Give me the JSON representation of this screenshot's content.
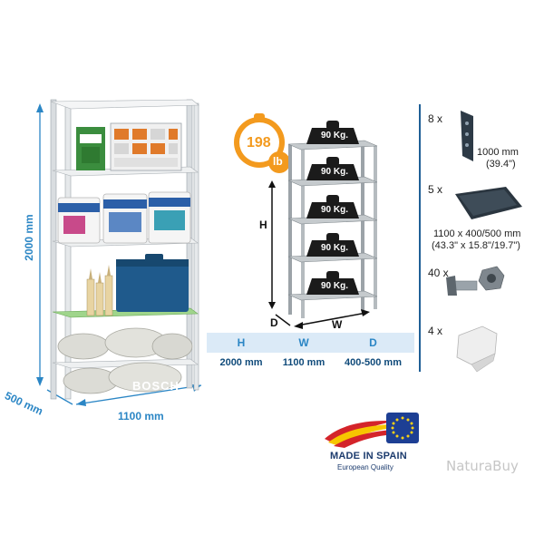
{
  "product_panel": {
    "height_label": "2000 mm",
    "depth_label": "500 mm",
    "width_label": "1100 mm",
    "toolbox_brand": "BOSCH"
  },
  "spec_panel": {
    "load_badge_value": "198",
    "load_badge_unit": "lb",
    "shelf_loads": [
      "90 Kg.",
      "90 Kg.",
      "90 Kg.",
      "90 Kg.",
      "90 Kg."
    ],
    "axis_letters": {
      "height": "H",
      "depth": "D",
      "width": "W"
    },
    "table": {
      "headers": [
        "H",
        "W",
        "D"
      ],
      "values": [
        "2000 mm",
        "1100 mm",
        "400-500 mm"
      ]
    }
  },
  "kit_contents": {
    "items": [
      {
        "qty": "8 x",
        "icon": "upright-post-icon",
        "caption_line1": "1000 mm",
        "caption_line2": "(39.4\")"
      },
      {
        "qty": "5 x",
        "icon": "shelf-tray-icon",
        "caption_line1": "1100 x 400/500 mm",
        "caption_line2": "(43.3\" x 15.8\"/19.7\")"
      },
      {
        "qty": "40 x",
        "icon": "bolt-nut-icon",
        "caption_line1": "",
        "caption_line2": ""
      },
      {
        "qty": "4 x",
        "icon": "foot-cap-icon",
        "caption_line1": "",
        "caption_line2": ""
      }
    ]
  },
  "badges": {
    "made_in": "MADE IN SPAIN",
    "quality": "European Quality"
  },
  "watermark": "NaturaBuy",
  "colors": {
    "accent_blue": "#2b86c5",
    "navy": "#0f4a7a",
    "badge_orange": "#f39a1e",
    "table_header_bg": "#dbeaf7"
  }
}
